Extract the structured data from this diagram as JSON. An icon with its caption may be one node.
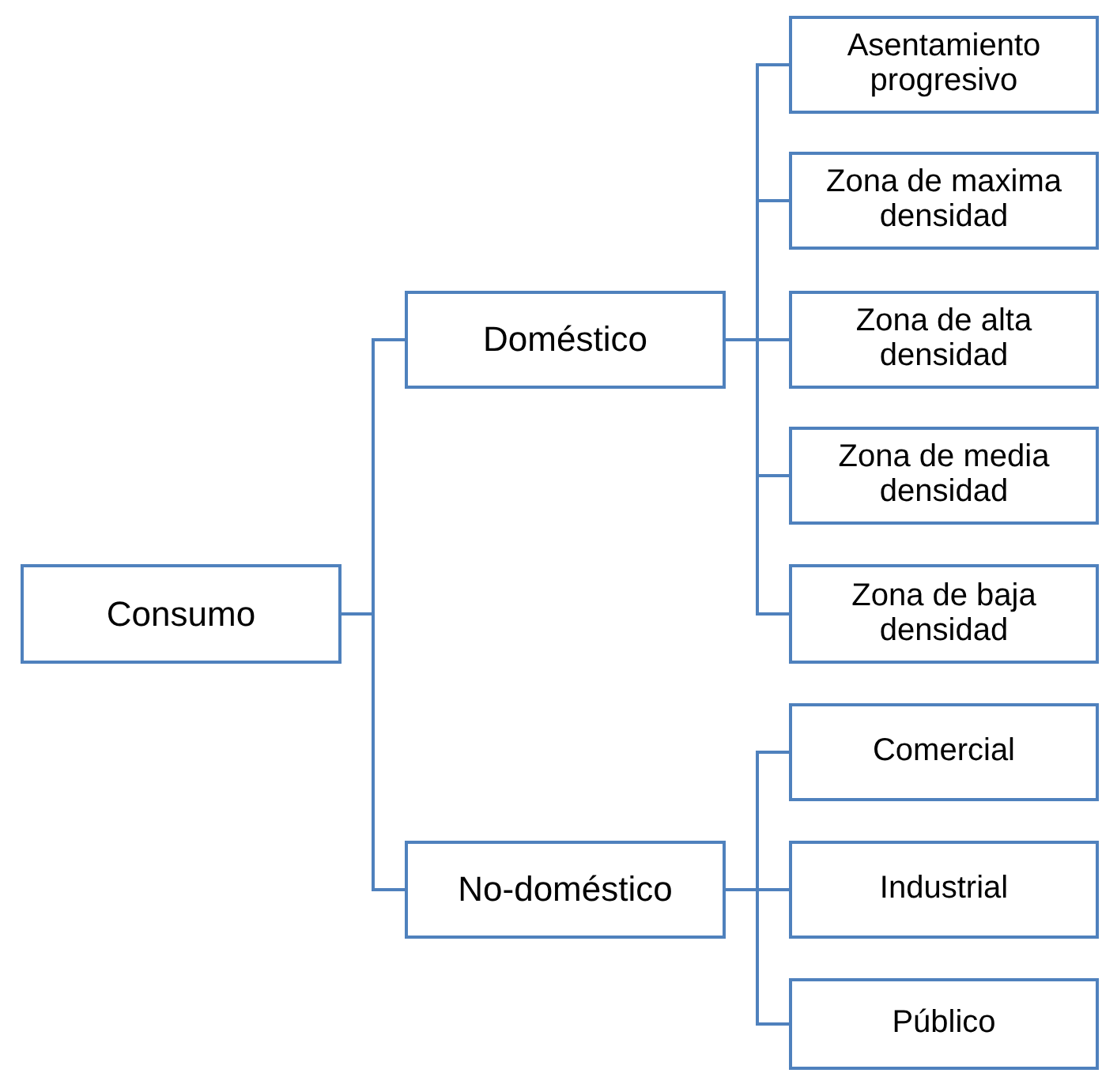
{
  "diagram": {
    "nodes": [
      {
        "text": [
          "Consumo"
        ]
      },
      {
        "text": [
          "Doméstico"
        ]
      },
      {
        "text": [
          "No-doméstico"
        ]
      },
      {
        "text": [
          "Asentamiento progresivo"
        ]
      },
      {
        "text": [
          "Zona de maxima densidad"
        ]
      },
      {
        "text": [
          "Zona de alta densidad"
        ]
      },
      {
        "text": [
          "Zona de media densidad"
        ]
      },
      {
        "text": [
          "Zona de baja densidad"
        ]
      },
      {
        "text": [
          "Comercial"
        ]
      },
      {
        "text": [
          "Industrial"
        ]
      },
      {
        "text": [
          "Público"
        ]
      }
    ],
    "edges": [
      {
        "from": 0,
        "to": 1,
        "arrow": "none"
      },
      {
        "from": 0,
        "to": 2,
        "arrow": "none"
      },
      {
        "from": 1,
        "to": 3,
        "arrow": "none"
      },
      {
        "from": 1,
        "to": 4,
        "arrow": "none"
      },
      {
        "from": 1,
        "to": 5,
        "arrow": "none"
      },
      {
        "from": 1,
        "to": 6,
        "arrow": "none"
      },
      {
        "from": 1,
        "to": 7,
        "arrow": "none"
      },
      {
        "from": 2,
        "to": 8,
        "arrow": "none"
      },
      {
        "from": 2,
        "to": 9,
        "arrow": "none"
      },
      {
        "from": 2,
        "to": 10,
        "arrow": "none"
      }
    ]
  }
}
